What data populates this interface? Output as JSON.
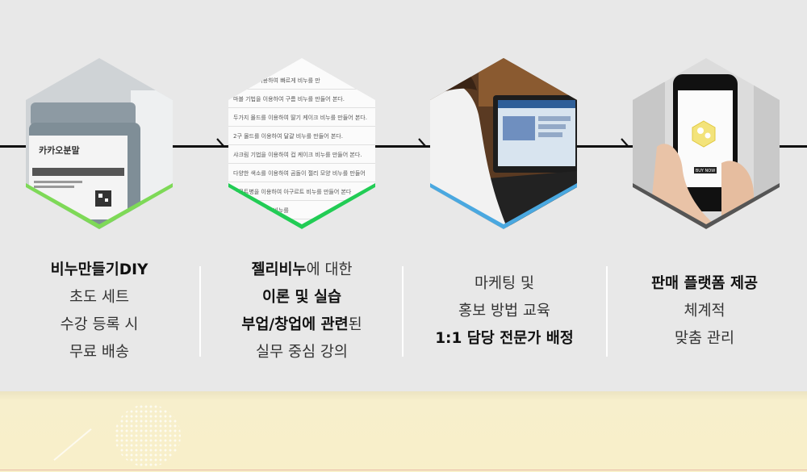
{
  "steps": [
    {
      "image": "soap-bottle",
      "accent": "#7ed957",
      "bottle_label": "카카오분말",
      "caption": [
        [
          {
            "t": "비누만들기DIY",
            "b": true
          }
        ],
        [
          {
            "t": "초도 세트",
            "b": false
          }
        ],
        [
          {
            "t": "수강 등록 시",
            "b": false
          }
        ],
        [
          {
            "t": "무료 배송",
            "b": false
          }
        ]
      ]
    },
    {
      "image": "recipe-list",
      "accent": "#22cc55",
      "list_rows": [
        "가지 틀을 이용하여 빠르게 비누를 만",
        "마블 기법을 이용하여 구름 비누를 만들어 본다.",
        "두가지 몰드를 이용하여 딸기 케이크 비누를 만들어 본다.",
        "2구 몰드를 이용하여 달걀 비누를 만들어 본다.",
        "샤크림 기법을 이용하여 컵 케이크 비누를 만들어 본다.",
        "다양한 색소를 이용하여 곰돌이 젤리 모양 비누를 만들어",
        "구르트병을 이용하여 아구르트 비누를 만들어 본다",
        "이용하여 초코바 비누를"
      ],
      "caption": [
        [
          {
            "t": "젤리비누",
            "b": true
          },
          {
            "t": "에 대한",
            "b": false
          }
        ],
        [
          {
            "t": "이론 및 실습",
            "b": true
          }
        ],
        [
          {
            "t": "부업/창업에 관련",
            "b": true
          },
          {
            "t": "된",
            "b": false
          }
        ],
        [
          {
            "t": "실무 중심 강의",
            "b": false
          }
        ]
      ]
    },
    {
      "image": "laptop-user",
      "accent": "#4aa8e0",
      "caption": [
        [
          {
            "t": "마케팅 및",
            "b": false
          }
        ],
        [
          {
            "t": "홍보 방법 교육",
            "b": false
          }
        ],
        [
          {
            "t": "1:1 담당 전문가 배정",
            "b": true
          }
        ]
      ]
    },
    {
      "image": "smartphone-shop",
      "accent": "#555555",
      "phone_button": "BUY NOW",
      "caption": [
        [
          {
            "t": "판매 플랫폼 제공",
            "b": true
          }
        ],
        [
          {
            "t": "체계적",
            "b": false
          }
        ],
        [
          {
            "t": "맞춤 관리",
            "b": false
          }
        ]
      ]
    }
  ]
}
